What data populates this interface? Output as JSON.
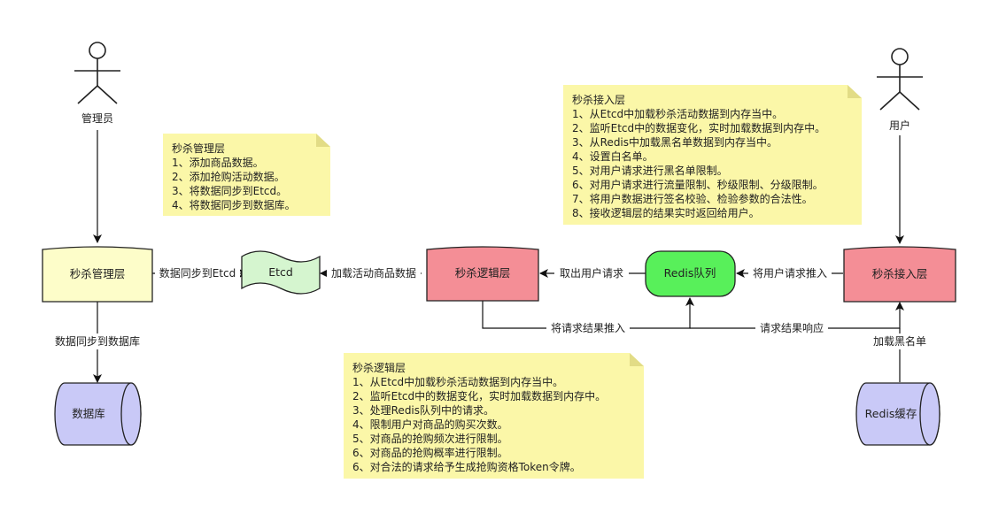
{
  "actors": {
    "admin": "管理员",
    "user": "用户"
  },
  "nodes": {
    "admin_layer": "秒杀管理层",
    "etcd": "Etcd",
    "logic_layer": "秒杀逻辑层",
    "redis_queue": "Redis队列",
    "access_layer": "秒杀接入层",
    "database": "数据库",
    "redis_cache": "Redis缓存"
  },
  "edges": {
    "sync_to_etcd": "数据同步到Etcd",
    "load_activity": "加载活动商品数据",
    "fetch_request": "取出用户请求",
    "push_request": "将用户请求推入",
    "sync_to_db": "数据同步到数据库",
    "push_result": "将请求结果推入",
    "result_response": "请求结果响应",
    "load_blacklist": "加载黑名单"
  },
  "notes": {
    "admin": {
      "title": "秒杀管理层",
      "items": [
        "1、添加商品数据。",
        "2、添加抢购活动数据。",
        "3、将数据同步到Etcd。",
        "4、将数据同步到数据库。"
      ]
    },
    "access": {
      "title": "秒杀接入层",
      "items": [
        "1、从Etcd中加载秒杀活动数据到内存当中。",
        "2、监听Etcd中的数据变化，实时加载数据到内存中。",
        "3、从Redis中加载黑名单数据到内存当中。",
        "4、设置白名单。",
        "5、对用户请求进行黑名单限制。",
        "6、对用户请求进行流量限制、秒级限制、分级限制。",
        "7、将用户数据进行签名校验、检验参数的合法性。",
        "8、接收逻辑层的结果实时返回给用户。"
      ]
    },
    "logic": {
      "title": "秒杀逻辑层",
      "items": [
        "1、从Etcd中加载秒杀活动数据到内存当中。",
        "2、监听Etcd中的数据变化，实时加载数据到内存中。",
        "3、处理Redis队列中的请求。",
        "4、限制用户对商品的购买次数。",
        "5、对商品的抢购频次进行限制。",
        "6、对商品的抢购概率进行限制。",
        "6、对合法的请求给予生成抢购资格Token令牌。"
      ]
    }
  },
  "colors": {
    "note_fill": "#fbf7a8",
    "admin_fill": "#fdfdc9",
    "etcd_fill": "#d5f5cf",
    "logic_fill": "#f48e96",
    "queue_fill": "#58f05a",
    "db_fill": "#c9c9f7",
    "stroke": "#222222"
  }
}
